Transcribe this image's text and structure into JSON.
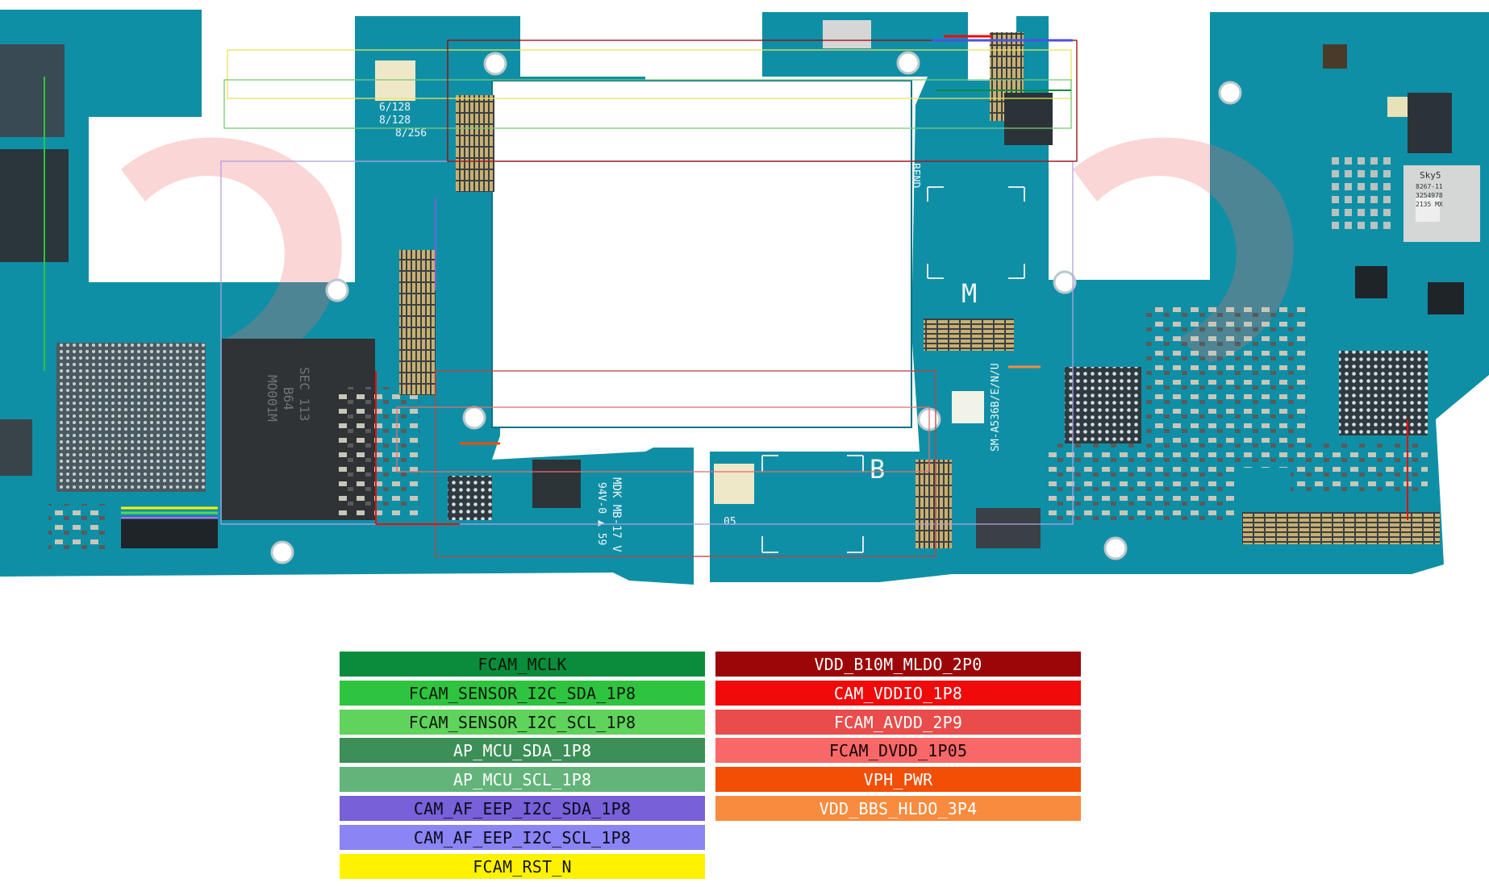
{
  "board": {
    "pcb_labels": {
      "variant_1": "6/128",
      "variant_2": "8/128",
      "variant_3": "8/256",
      "mdk_code": "MDK MB-17 V",
      "ul_code": "94V-0 ▲ 59",
      "bend": "BEND",
      "label_m": "M",
      "label_b": "B",
      "label_05": "05",
      "model": "SM-A536B/E/N/U",
      "chip_brand": "Sky5",
      "chip_line1": "8267-11",
      "chip_line2": "3254978",
      "chip_line3": "2135 MX",
      "soc_marking_1": "SEC 113",
      "soc_marking_2": "B64",
      "soc_marking_3": "MO001M"
    },
    "colors": {
      "pcb": "#0f8fa6",
      "pcb_dark": "#0b7286",
      "watermark": "#f26b6b"
    }
  },
  "legend": {
    "left": [
      {
        "label": "FCAM_MCLK",
        "bg": "#0a8c3c",
        "fg": "#0a1a0a"
      },
      {
        "label": "FCAM_SENSOR_I2C_SDA_1P8",
        "bg": "#2fc43f",
        "fg": "#0a1a0a"
      },
      {
        "label": "FCAM_SENSOR_I2C_SCL_1P8",
        "bg": "#5fd35b",
        "fg": "#0a1a0a"
      },
      {
        "label": "AP_MCU_SDA_1P8",
        "bg": "#3c8f57",
        "fg": "#ffffff"
      },
      {
        "label": "AP_MCU_SCL_1P8",
        "bg": "#62b47a",
        "fg": "#ffffff"
      },
      {
        "label": "CAM_AF_EEP_I2C_SDA_1P8",
        "bg": "#7760d8",
        "fg": "#0a0a1a"
      },
      {
        "label": "CAM_AF_EEP_I2C_SCL_1P8",
        "bg": "#8b84f4",
        "fg": "#0a0a1a"
      },
      {
        "label": "FCAM_RST_N",
        "bg": "#fff200",
        "fg": "#1a1a00"
      }
    ],
    "right": [
      {
        "label": "VDD_B10M_MLDO_2P0",
        "bg": "#9c0608",
        "fg": "#ffffff"
      },
      {
        "label": "CAM_VDDIO_1P8",
        "bg": "#f00a0a",
        "fg": "#ffffff"
      },
      {
        "label": "FCAM_AVDD_2P9",
        "bg": "#ea4c4c",
        "fg": "#ffffff"
      },
      {
        "label": "FCAM_DVDD_1P05",
        "bg": "#f86868",
        "fg": "#1a0505"
      },
      {
        "label": "VPH_PWR",
        "bg": "#f24e06",
        "fg": "#ffffff"
      },
      {
        "label": "VDD_BBS_HLDO_3P4",
        "bg": "#f98b3e",
        "fg": "#ffffff"
      }
    ]
  }
}
